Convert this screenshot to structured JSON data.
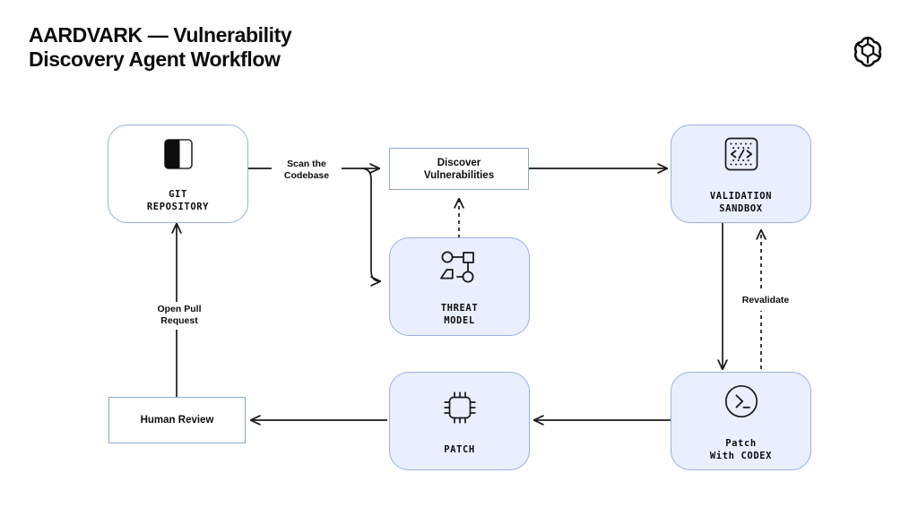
{
  "page": {
    "title": "AARDVARK — Vulnerability\nDiscovery Agent Workflow",
    "brand_logo": "openai-logo",
    "background_color": "#ffffff",
    "accent_border_color": "#9bb0dd",
    "node_fill_blue": "#e9efff",
    "node_fill_white": "#ffffff",
    "edge_color": "#1a1a1a"
  },
  "nodes": [
    {
      "id": "git-repository",
      "label": "GIT\nREPOSITORY",
      "icon": "repository-square-icon",
      "shape": "rounded",
      "fill": "white"
    },
    {
      "id": "discover-vulnerabilities",
      "label": "Discover\nVulnerabilities",
      "icon": "none",
      "shape": "rect",
      "fill": "white"
    },
    {
      "id": "threat-model",
      "label": "THREAT\nMODEL",
      "icon": "threat-graph-icon",
      "shape": "rounded",
      "fill": "blue"
    },
    {
      "id": "validation-sandbox",
      "label": "VALIDATION\nSANDBOX",
      "icon": "code-brackets-icon",
      "shape": "rounded",
      "fill": "blue"
    },
    {
      "id": "patch-with-codex",
      "label": "Patch\nWith CODEX",
      "icon": "terminal-prompt-icon",
      "shape": "rounded",
      "fill": "blue"
    },
    {
      "id": "patch",
      "label": "PATCH",
      "icon": "chip-icon",
      "shape": "rounded",
      "fill": "blue"
    },
    {
      "id": "human-review",
      "label": "Human Review",
      "icon": "none",
      "shape": "rect",
      "fill": "white"
    }
  ],
  "edges": [
    {
      "id": "scan-the-codebase",
      "from": "git-repository",
      "to": "discover-vulnerabilities",
      "label": "Scan the\nCodebase",
      "style": "solid"
    },
    {
      "id": "scan-to-threat-model",
      "from": "git-repository",
      "to": "threat-model",
      "label": "",
      "style": "solid"
    },
    {
      "id": "threat-model-feeds-discovery",
      "from": "threat-model",
      "to": "discover-vulnerabilities",
      "label": "",
      "style": "dashed"
    },
    {
      "id": "discovery-to-sandbox",
      "from": "discover-vulnerabilities",
      "to": "validation-sandbox",
      "label": "",
      "style": "solid"
    },
    {
      "id": "sandbox-to-codex",
      "from": "validation-sandbox",
      "to": "patch-with-codex",
      "label": "",
      "style": "solid"
    },
    {
      "id": "revalidate",
      "from": "patch-with-codex",
      "to": "validation-sandbox",
      "label": "Revalidate",
      "style": "dashed"
    },
    {
      "id": "codex-to-patch",
      "from": "patch-with-codex",
      "to": "patch",
      "label": "",
      "style": "solid"
    },
    {
      "id": "patch-to-human-review",
      "from": "patch",
      "to": "human-review",
      "label": "",
      "style": "solid"
    },
    {
      "id": "open-pull-request",
      "from": "human-review",
      "to": "git-repository",
      "label": "Open Pull\nRequest",
      "style": "solid"
    }
  ]
}
